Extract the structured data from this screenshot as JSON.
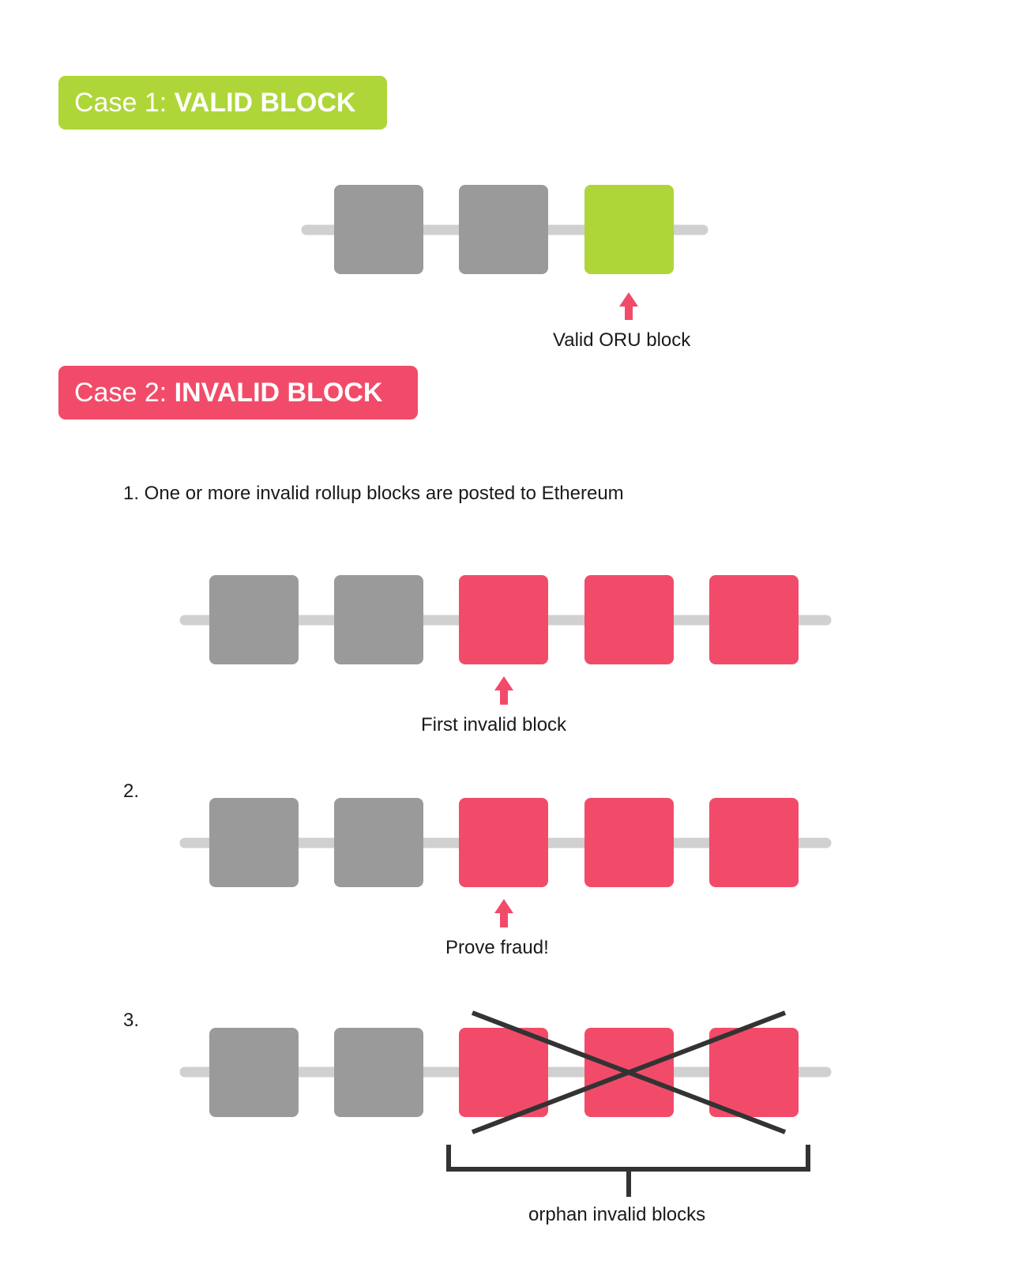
{
  "colors": {
    "valid": "#aed638",
    "invalid": "#f24b6a",
    "neutral": "#9a9a9a",
    "chain": "#d0d0d0",
    "ink": "#333333"
  },
  "case1": {
    "prefix": "Case 1: ",
    "title": "VALID BLOCK",
    "blocks": [
      "neutral",
      "neutral",
      "valid"
    ],
    "pointer_label": "Valid ORU block"
  },
  "case2": {
    "prefix": "Case 2: ",
    "title": "INVALID BLOCK",
    "step1": {
      "text": "1. One or more invalid rollup blocks are posted to Ethereum",
      "blocks": [
        "neutral",
        "neutral",
        "invalid",
        "invalid",
        "invalid"
      ],
      "pointer_label": "First invalid block"
    },
    "step2": {
      "number": "2.",
      "blocks": [
        "neutral",
        "neutral",
        "invalid",
        "invalid",
        "invalid"
      ],
      "pointer_label": "Prove fraud!"
    },
    "step3": {
      "number": "3.",
      "blocks": [
        "neutral",
        "neutral",
        "invalid",
        "invalid",
        "invalid"
      ],
      "bracket_label": "orphan invalid blocks"
    }
  }
}
